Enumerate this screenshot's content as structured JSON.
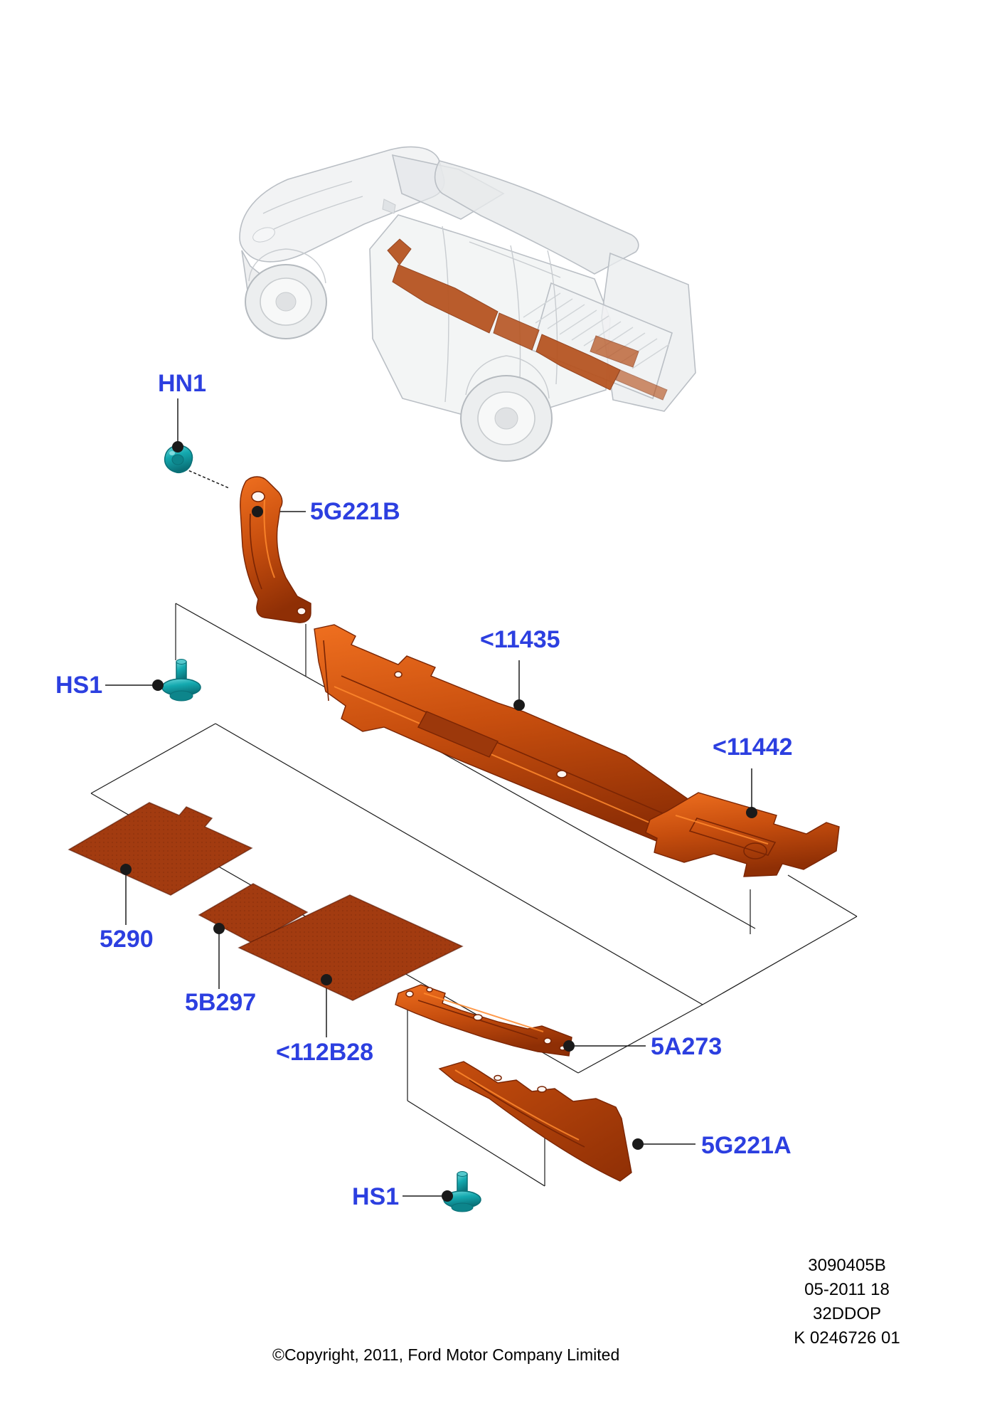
{
  "callouts": [
    {
      "id": "hn1",
      "text": "HN1"
    },
    {
      "id": "5g221b",
      "text": "5G221B"
    },
    {
      "id": "11435",
      "text": "<11435"
    },
    {
      "id": "11442",
      "text": "<11442"
    },
    {
      "id": "hs1-left",
      "text": "HS1"
    },
    {
      "id": "5290",
      "text": "5290"
    },
    {
      "id": "5b297",
      "text": "5B297"
    },
    {
      "id": "112b28",
      "text": "<112B28"
    },
    {
      "id": "5a273",
      "text": "5A273"
    },
    {
      "id": "5g221a",
      "text": "5G221A"
    },
    {
      "id": "hs1-bottom",
      "text": "HS1"
    }
  ],
  "footer": {
    "doc_lines": [
      "3090405B",
      "05-2011 18",
      "32DDOP",
      "K 0246726 01"
    ],
    "copyright": "©Copyright, 2011, Ford Motor Company Limited"
  },
  "colors": {
    "label_blue": "#2c3fe0",
    "line_black": "#1a1a1a",
    "part_orange": "#c74e0e",
    "part_orange_light": "#ef6f1f",
    "part_orange_dark": "#8f2f05",
    "mat_rust": "#a23b10",
    "fastener_teal": "#14a9af",
    "fastener_teal_dark": "#0a7077",
    "ghost_gray": "#c9ccd0"
  }
}
